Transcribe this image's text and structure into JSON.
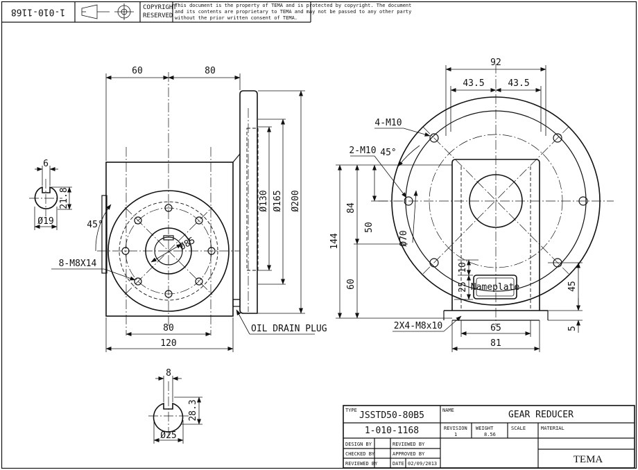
{
  "header": {
    "rotated_number": "1-010-1168",
    "copyright_line1": "COPYRIGHT",
    "copyright_line2": "RESERVED",
    "notice_line1": "This document is the property of TEMA and is protected by copyright. The document",
    "notice_line2": "and its contents are proprietary to TEMA and may not be passed to any other party",
    "notice_line3": "without the prior written consent of TEMA."
  },
  "front_view": {
    "dim_60": "60",
    "dim_80_top": "80",
    "dim_130": "Ø130",
    "dim_165": "Ø165",
    "dim_200": "Ø200",
    "dim_85": "Ø85",
    "angle_45": "45°",
    "bolts": "8-M8X14",
    "dim_80_bottom": "80",
    "dim_120": "120",
    "oil_drain": "OIL DRAIN PLUG"
  },
  "shaft_top": {
    "dim_6": "6",
    "dim_21_8": "21.8",
    "dim_19": "Ø19"
  },
  "shaft_bottom": {
    "dim_8": "8",
    "dim_28_3": "28.3",
    "dim_25": "Ø25"
  },
  "side_view": {
    "dim_92": "92",
    "dim_43_5_left": "43.5",
    "dim_43_5_right": "43.5",
    "holes_4": "4-M10",
    "holes_2": "2-M10",
    "angle_45": "45°",
    "dim_144": "144",
    "dim_84": "84",
    "dim_50": "50",
    "dim_60": "60",
    "dim_70": "Ø70",
    "dim_10": "10",
    "dim_25": "25",
    "nameplate": "Nameplate",
    "dim_45": "45",
    "dim_5": "5",
    "base_holes": "2X4-M8x10",
    "dim_65": "65",
    "dim_81": "81"
  },
  "title_block": {
    "type_label": "TYPE",
    "type_value": "JSSTD50-80B5",
    "name_label": "NAME",
    "name_value": "GEAR REDUCER",
    "number": "1-010-1168",
    "revision_label": "REVISION",
    "revision_value": "1",
    "weight_label": "WEIGHT",
    "weight_value": "8.56",
    "scale_label": "SCALE",
    "material_label": "MATERIAL",
    "design_by": "DESIGN BY",
    "reviewed_by_1": "REVIEWED BY",
    "checked_by": "CHECKED BY",
    "approved_by": "APPROVED BY",
    "reviewed_by_2": "REVIEWED BY",
    "date_label": "DATE",
    "date_value": "02/09/2013",
    "company": "TEMA"
  }
}
